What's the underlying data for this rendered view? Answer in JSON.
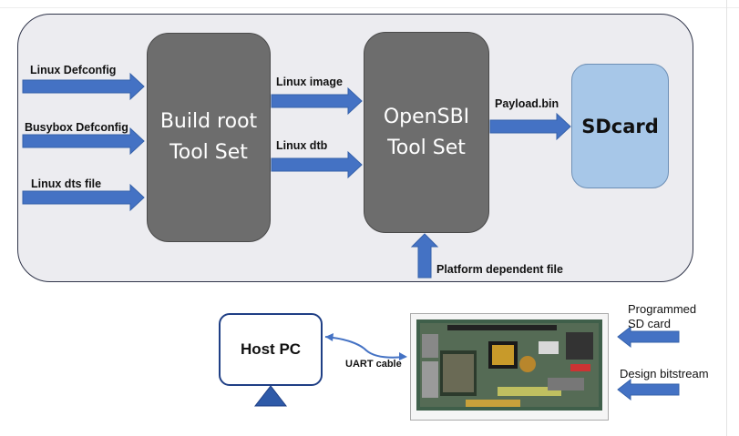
{
  "inputs": {
    "linux_defconfig": "Linux Defconfig",
    "busybox_defconfig": "Busybox Defconfig",
    "linux_dts": "Linux dts file"
  },
  "buildroot": {
    "title": "Build root\nTool Set"
  },
  "mid_labels": {
    "linux_image": "Linux image",
    "linux_dtb": "Linux dtb"
  },
  "opensbi": {
    "title": "OpenSBI\nTool Set"
  },
  "payload": "Payload.bin",
  "sdcard": "SDcard",
  "platform_file": "Platform dependent file",
  "host_pc": "Host PC",
  "uart_cable": "UART cable",
  "programmed_sd": "Programmed\nSD card",
  "design_bitstream": "Design bitstream",
  "colors": {
    "arrow": "#4472c4",
    "block": "#6d6d6d",
    "sd": "#a7c7e8",
    "panel": "#ececf0",
    "host_border": "#1f3f85"
  }
}
